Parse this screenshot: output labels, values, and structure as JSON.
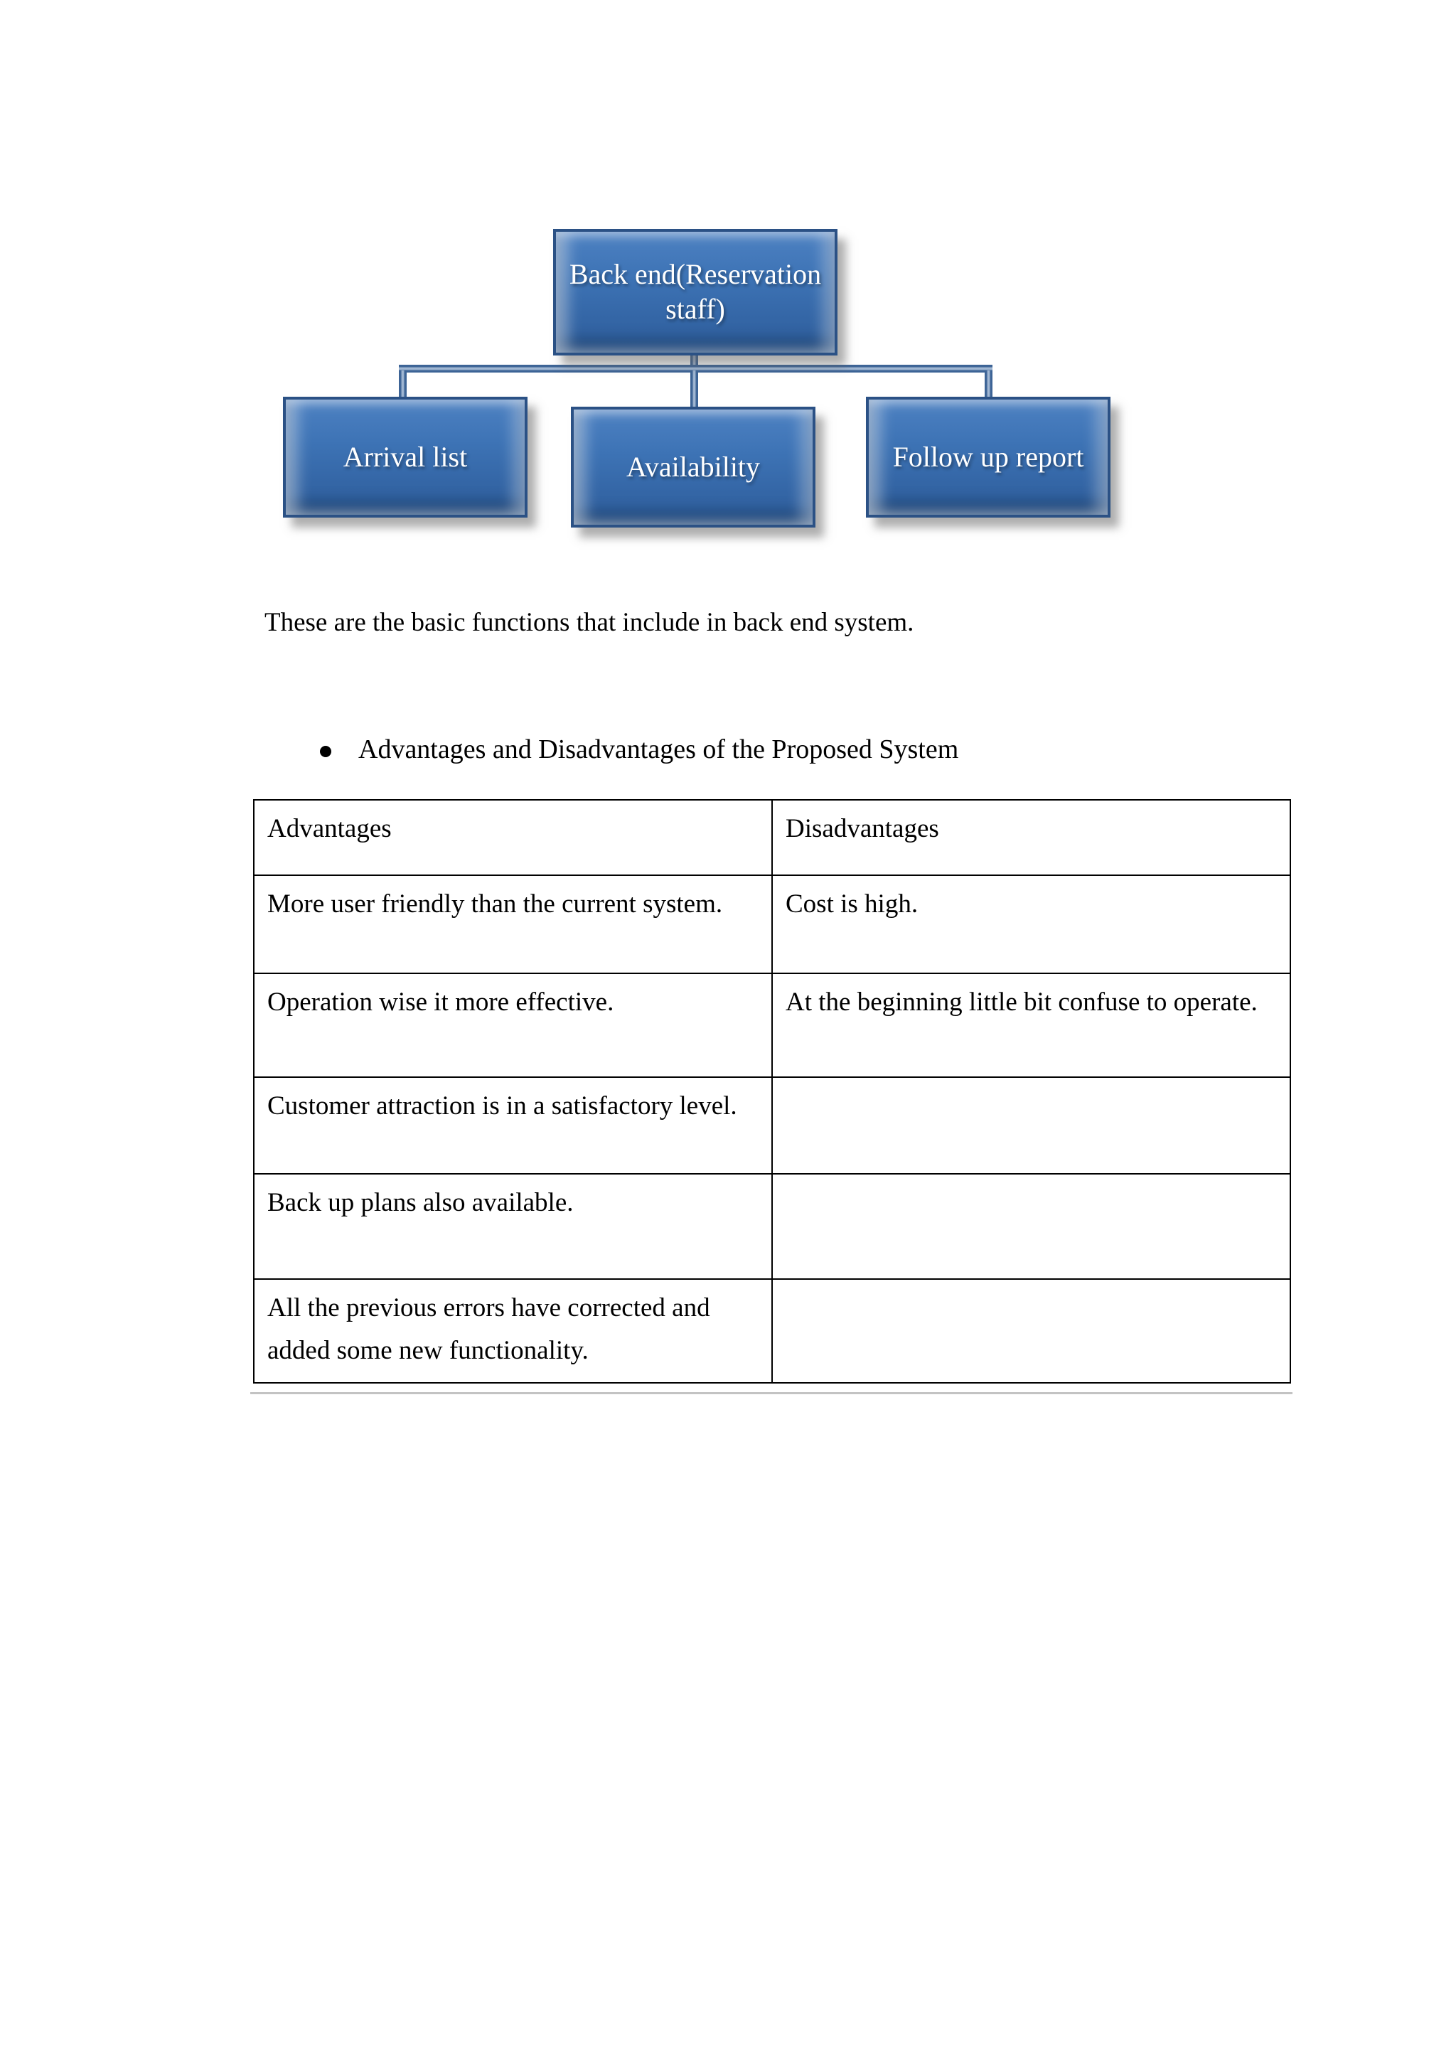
{
  "document": {
    "org_chart": {
      "root_label": "Back end(Reservation staff)",
      "children": [
        {
          "label": "Arrival list"
        },
        {
          "label": "Availability"
        },
        {
          "label": "Follow up report"
        }
      ]
    },
    "paragraph": "These are the basic functions that include in back end system.",
    "bullet_item": "Advantages and Disadvantages of the Proposed System",
    "table": {
      "headers": [
        "Advantages",
        "Disadvantages"
      ],
      "rows": [
        [
          "More user friendly than the current system.",
          "Cost is high."
        ],
        [
          "Operation wise it more effective.",
          "At the beginning little bit confuse to operate."
        ],
        [
          "Customer attraction is in a satisfactory level.",
          ""
        ],
        [
          "Back up plans also available.",
          ""
        ],
        [
          "All the previous errors have corrected and added some new functionality.",
          ""
        ]
      ]
    },
    "colors": {
      "node_fill": "#3d73b5",
      "node_border": "#2b5185",
      "connector_edge": "#3d6496",
      "connector_center": "#a3b9d4",
      "bevel_highlight": "#aac6e6",
      "table_border": "#000000"
    }
  }
}
